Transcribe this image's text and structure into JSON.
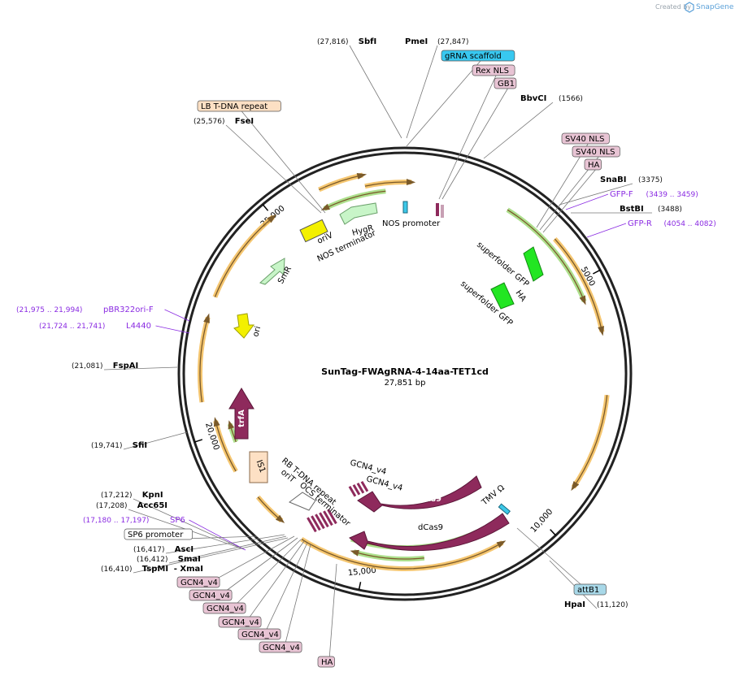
{
  "credit": {
    "created_by": "Created by",
    "brand": "SnapGene"
  },
  "plasmid": {
    "name": "SunTag-FWAgRNA-4-14aa-TET1cd",
    "length": "27,851 bp"
  },
  "features": {
    "cas9": "Cas9",
    "dcas9": "dCas9",
    "trfa": "trfA",
    "is1": "IS1",
    "smr": "SmR",
    "ori": "ori",
    "oriv": "oriV",
    "hygr": "HygR",
    "nos_terminator": "NOS terminator",
    "nos_promoter": "NOS promoter",
    "superfolder_gfp": "superfolder GFP",
    "ha": "HA",
    "gcn4_v4": "GCN4_v4",
    "rb_tdna_repeat": "RB T-DNA repeat",
    "orit": "oriT",
    "ocs_terminator": "OCS terminator",
    "tmv_omega": "TMV Ω"
  },
  "scale_labels": [
    {
      "bp": "5000"
    },
    {
      "bp": "10,000"
    },
    {
      "bp": "15,000"
    },
    {
      "bp": "20,000"
    },
    {
      "bp": "25,000"
    }
  ],
  "outer_labels": [
    {
      "id": "sbfi",
      "pos": "(27,816)",
      "name": "SbfI",
      "kind": "site"
    },
    {
      "id": "pmei",
      "name": "PmeI",
      "pos": "(27,847)",
      "kind": "site"
    },
    {
      "id": "grna-scaffold",
      "name": "gRNA scaffold",
      "kind": "boxed",
      "color": "#38c8f0"
    },
    {
      "id": "rex-nls",
      "name": "Rex NLS",
      "kind": "boxed",
      "color": "#e8c4d4"
    },
    {
      "id": "gb1",
      "name": "GB1",
      "kind": "boxed",
      "color": "#e8c4d4"
    },
    {
      "id": "bbvci",
      "name": "BbvCI",
      "pos": "(1566)",
      "kind": "site"
    },
    {
      "id": "lb-tdna",
      "name": "LB T-DNA repeat",
      "kind": "boxed",
      "color": "#fde0c4"
    },
    {
      "id": "fsei",
      "pos": "(25,576)",
      "name": "FseI",
      "kind": "site"
    },
    {
      "id": "sv40-nls-1",
      "name": "SV40 NLS",
      "kind": "boxed",
      "color": "#e8c4d4"
    },
    {
      "id": "sv40-nls-2",
      "name": "SV40 NLS",
      "kind": "boxed",
      "color": "#e8c4d4"
    },
    {
      "id": "ha-top",
      "name": "HA",
      "kind": "boxed",
      "color": "#e8c4d4"
    },
    {
      "id": "snabi",
      "name": "SnaBI",
      "pos": "(3375)",
      "kind": "site"
    },
    {
      "id": "gfp-f",
      "name": "GFP-F",
      "pos": "(3439 .. 3459)",
      "kind": "primer"
    },
    {
      "id": "bstbi",
      "name": "BstBI",
      "pos": "(3488)",
      "kind": "site"
    },
    {
      "id": "gfp-r",
      "name": "GFP-R",
      "pos": "(4054 .. 4082)",
      "kind": "primer"
    },
    {
      "id": "pbr322",
      "pos": "(21,975 .. 21,994)",
      "name": "pBR322ori-F",
      "kind": "primer"
    },
    {
      "id": "l4440",
      "pos": "(21,724 .. 21,741)",
      "name": "L4440",
      "kind": "primer"
    },
    {
      "id": "fspai",
      "pos": "(21,081)",
      "name": "FspAI",
      "kind": "site"
    },
    {
      "id": "sfii",
      "pos": "(19,741)",
      "name": "SfiI",
      "kind": "site"
    },
    {
      "id": "kpni",
      "pos": "(17,212)",
      "name": "KpnI",
      "kind": "site"
    },
    {
      "id": "acc65i",
      "pos": "(17,208)",
      "name": "Acc65I",
      "kind": "site"
    },
    {
      "id": "sp6",
      "pos": "(17,180 .. 17,197)",
      "name": "SP6",
      "kind": "primer"
    },
    {
      "id": "sp6-promoter",
      "name": "SP6 promoter",
      "kind": "boxed",
      "color": "#ffffff"
    },
    {
      "id": "asci",
      "pos": "(16,417)",
      "name": "AscI",
      "kind": "site"
    },
    {
      "id": "smai",
      "pos": "(16,412)",
      "name": "SmaI",
      "kind": "site"
    },
    {
      "id": "tspmi",
      "pos": "(16,410)",
      "name": "TspMI",
      "extra": "- XmaI",
      "kind": "site"
    },
    {
      "id": "gcn4-1",
      "name": "GCN4_v4",
      "kind": "boxed",
      "color": "#e8c4d4"
    },
    {
      "id": "gcn4-2",
      "name": "GCN4_v4",
      "kind": "boxed",
      "color": "#e8c4d4"
    },
    {
      "id": "gcn4-3",
      "name": "GCN4_v4",
      "kind": "boxed",
      "color": "#e8c4d4"
    },
    {
      "id": "gcn4-4",
      "name": "GCN4_v4",
      "kind": "boxed",
      "color": "#e8c4d4"
    },
    {
      "id": "gcn4-5",
      "name": "GCN4_v4",
      "kind": "boxed",
      "color": "#e8c4d4"
    },
    {
      "id": "gcn4-6",
      "name": "GCN4_v4",
      "kind": "boxed",
      "color": "#e8c4d4"
    },
    {
      "id": "ha-bottom",
      "name": "HA",
      "kind": "boxed",
      "color": "#e8c4d4"
    },
    {
      "id": "attb1",
      "name": "attB1",
      "kind": "boxed",
      "color": "#a8d8e8"
    },
    {
      "id": "hpai",
      "name": "HpaI",
      "pos": "(11,120)",
      "kind": "site"
    }
  ]
}
